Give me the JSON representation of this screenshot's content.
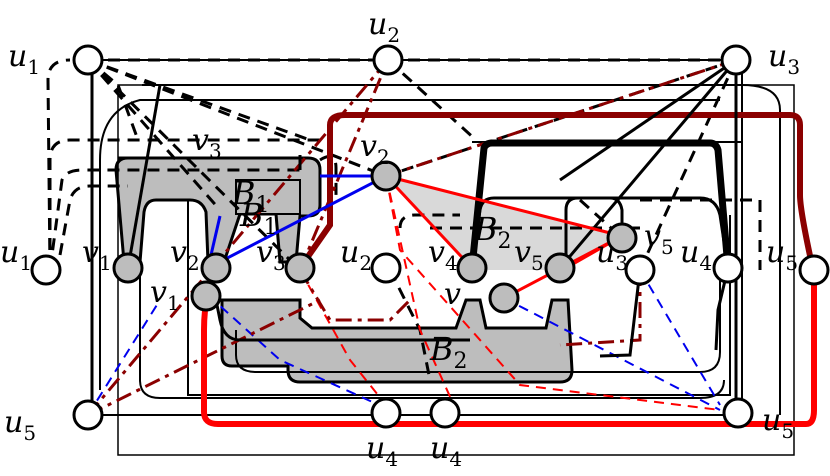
{
  "colors": {
    "black": "#000000",
    "gray_fill": "#bdbdbd",
    "light_fill": "#d9d9d9",
    "red": "#ff0000",
    "dark_red": "#8b0000",
    "blue": "#0000ee"
  },
  "vertices": {
    "u1_top": {
      "base": "u",
      "sub": "1"
    },
    "u2_top": {
      "base": "u",
      "sub": "2"
    },
    "u3_top": {
      "base": "u",
      "sub": "3"
    },
    "u1_left": {
      "base": "u",
      "sub": "1"
    },
    "v1": {
      "base": "v",
      "sub": "1"
    },
    "v2": {
      "base": "v",
      "sub": "2"
    },
    "v3": {
      "base": "v",
      "sub": "3"
    },
    "u2_mid": {
      "base": "u",
      "sub": "2"
    },
    "v4": {
      "base": "v",
      "sub": "4"
    },
    "v5": {
      "base": "v",
      "sub": "5"
    },
    "u3_mid": {
      "base": "u",
      "sub": "3"
    },
    "u4_mid": {
      "base": "u",
      "sub": "4"
    },
    "u5_right": {
      "base": "u",
      "sub": "5"
    },
    "v2_top": {
      "base": "v",
      "sub": "2"
    },
    "v3_top": {
      "base": "v",
      "sub": "3"
    },
    "v1_low": {
      "base": "v",
      "sub": "1"
    },
    "v_plain": {
      "base": "v",
      "sub": ""
    },
    "v5_right": {
      "base": "v",
      "sub": "5"
    },
    "u5_bottom_left": {
      "base": "u",
      "sub": "5"
    },
    "u5_bottom_right": {
      "base": "u",
      "sub": "5"
    },
    "u4_bottom_a": {
      "base": "u",
      "sub": "4"
    },
    "u4_bottom_b": {
      "base": "u",
      "sub": "4"
    }
  },
  "blocks": {
    "B1_outer": {
      "base": "B",
      "sub": "1"
    },
    "B1_inner": {
      "base": "B",
      "sub": "1"
    },
    "B2_upper": {
      "base": "B",
      "sub": "2"
    },
    "B2_lower": {
      "base": "B",
      "sub": "2"
    }
  }
}
